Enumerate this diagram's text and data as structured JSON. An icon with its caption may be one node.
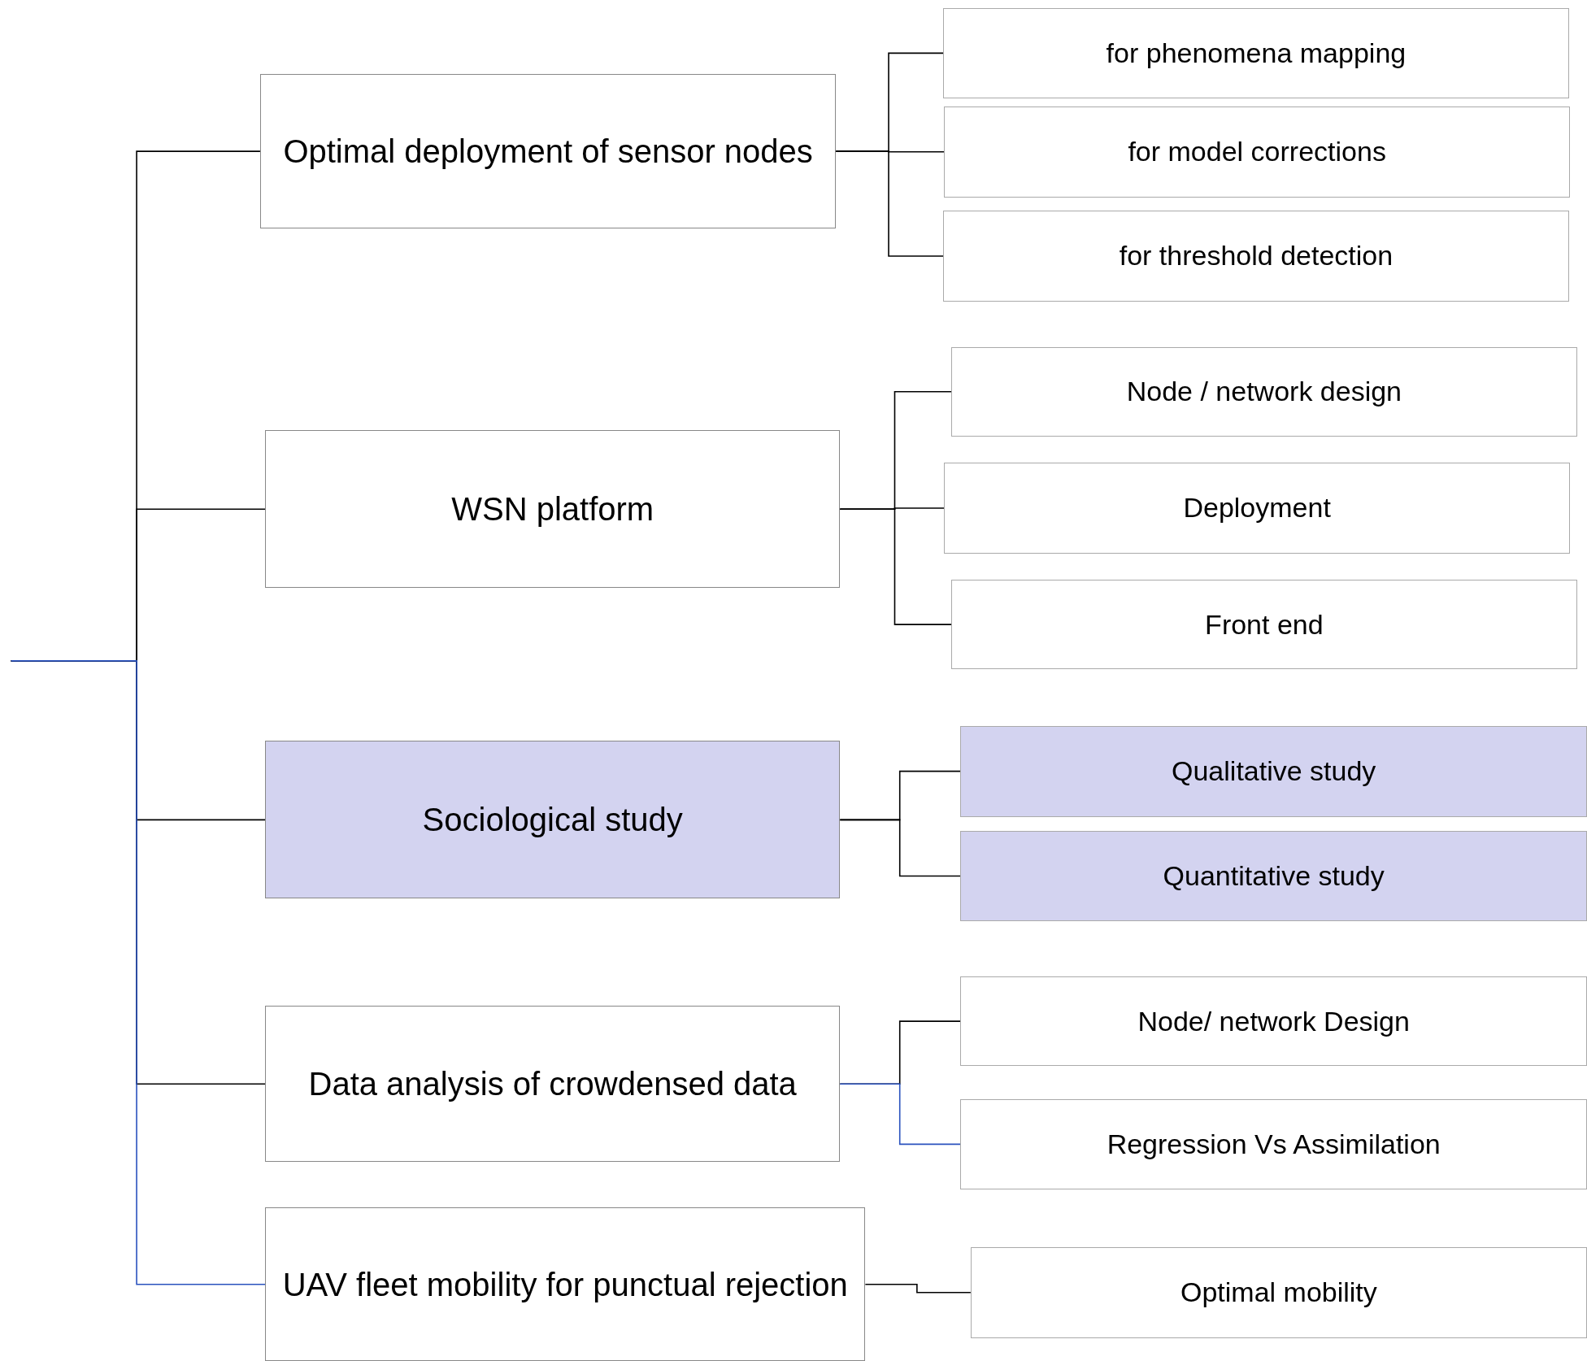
{
  "diagram": {
    "nodes": [
      {
        "text": [
          "Optimal deployment of sensor nodes"
        ]
      },
      {
        "text": [
          "for phenomena mapping"
        ]
      },
      {
        "text": [
          "for model corrections"
        ]
      },
      {
        "text": [
          "for threshold detection"
        ]
      },
      {
        "text": [
          "WSN platform"
        ]
      },
      {
        "text": [
          "Node / network design"
        ]
      },
      {
        "text": [
          "Deployment"
        ]
      },
      {
        "text": [
          "Front end"
        ]
      },
      {
        "text": [
          "Sociological study"
        ]
      },
      {
        "text": [
          "Qualitative study"
        ]
      },
      {
        "text": [
          "Quantitative study"
        ]
      },
      {
        "text": [
          "Data analysis of crowdensed data"
        ]
      },
      {
        "text": [
          "Node/ network Design"
        ]
      },
      {
        "text": [
          "Regression Vs Assimilation"
        ]
      },
      {
        "text": [
          "UAV fleet mobility for punctual rejection"
        ]
      },
      {
        "text": [
          "Optimal mobility"
        ]
      }
    ],
    "edges": [
      {
        "from": null,
        "to": 0,
        "arrow": "none"
      },
      {
        "from": null,
        "to": 4,
        "arrow": "none"
      },
      {
        "from": null,
        "to": 8,
        "arrow": "none"
      },
      {
        "from": null,
        "to": 11,
        "arrow": "none"
      },
      {
        "from": null,
        "to": 14,
        "arrow": "none",
        "color": "#2a52be"
      },
      {
        "from": 0,
        "to": 1,
        "arrow": "none"
      },
      {
        "from": 0,
        "to": 2,
        "arrow": "none"
      },
      {
        "from": 0,
        "to": 3,
        "arrow": "none"
      },
      {
        "from": 4,
        "to": 5,
        "arrow": "none"
      },
      {
        "from": 4,
        "to": 6,
        "arrow": "none"
      },
      {
        "from": 4,
        "to": 7,
        "arrow": "none"
      },
      {
        "from": 8,
        "to": 9,
        "arrow": "none"
      },
      {
        "from": 8,
        "to": 10,
        "arrow": "none"
      },
      {
        "from": 11,
        "to": 12,
        "arrow": "none"
      },
      {
        "from": 11,
        "to": 13,
        "arrow": "none",
        "color": "#2a52be"
      },
      {
        "from": 14,
        "to": 15,
        "arrow": "none"
      }
    ]
  }
}
